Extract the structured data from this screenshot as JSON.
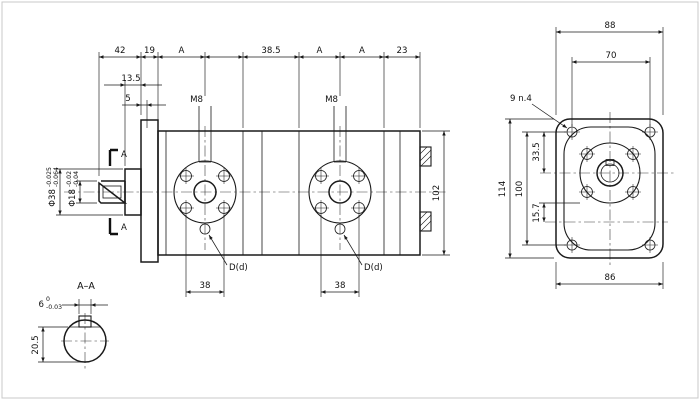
{
  "side_view": {
    "top_dims": {
      "d42": "42",
      "d19": "19",
      "dA1": "A",
      "d385": "38.5",
      "dA2": "A",
      "dA3": "A",
      "d23": "23"
    },
    "d135": "13.5",
    "d5": "5",
    "m8_left": "M8",
    "m8_right": "M8",
    "d102": "102",
    "port_left": "D(d)",
    "port_right": "D(d)",
    "d38_left": "38",
    "d38_right": "38",
    "section_a_top": "A",
    "section_a_bottom": "A",
    "shaft_major": {
      "nominal": "Φ38",
      "tol_upper": "-0.025",
      "tol_lower": "-0.064"
    },
    "shaft_minor": {
      "nominal": "Φ18",
      "tol_upper": "-0.02",
      "tol_lower": "-0.04"
    }
  },
  "end_view": {
    "d88": "88",
    "d70": "70",
    "hole_note": "9 n.4",
    "d335": "33.5",
    "d100": "100",
    "d114": "114",
    "d157": "15.7",
    "d86": "86"
  },
  "section_view": {
    "title": "A–A",
    "key": {
      "nominal": "6",
      "tol_upper": "0",
      "tol_lower": "-0.03"
    },
    "d205": "20.5"
  }
}
